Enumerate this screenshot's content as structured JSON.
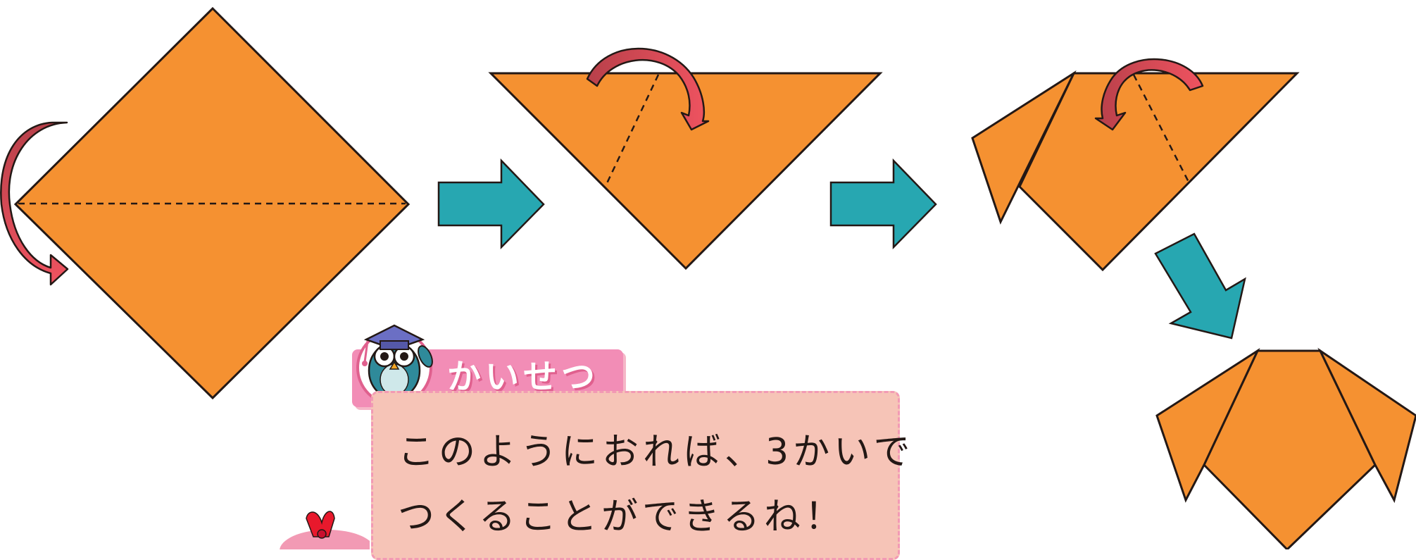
{
  "explanation": {
    "tab_label": "かいせつ",
    "lines": [
      "このようにおれば、3かいで",
      "つくることができるね！"
    ]
  },
  "colors": {
    "paper": "#f59131",
    "step_arrow": "#27a7b1",
    "curl_arrow": "#c2454f",
    "outline": "#231815",
    "tab": "#f28db6",
    "note_box": "#f6c4b7"
  },
  "icons": [
    "owl-teacher-icon",
    "ribbon-icon"
  ]
}
